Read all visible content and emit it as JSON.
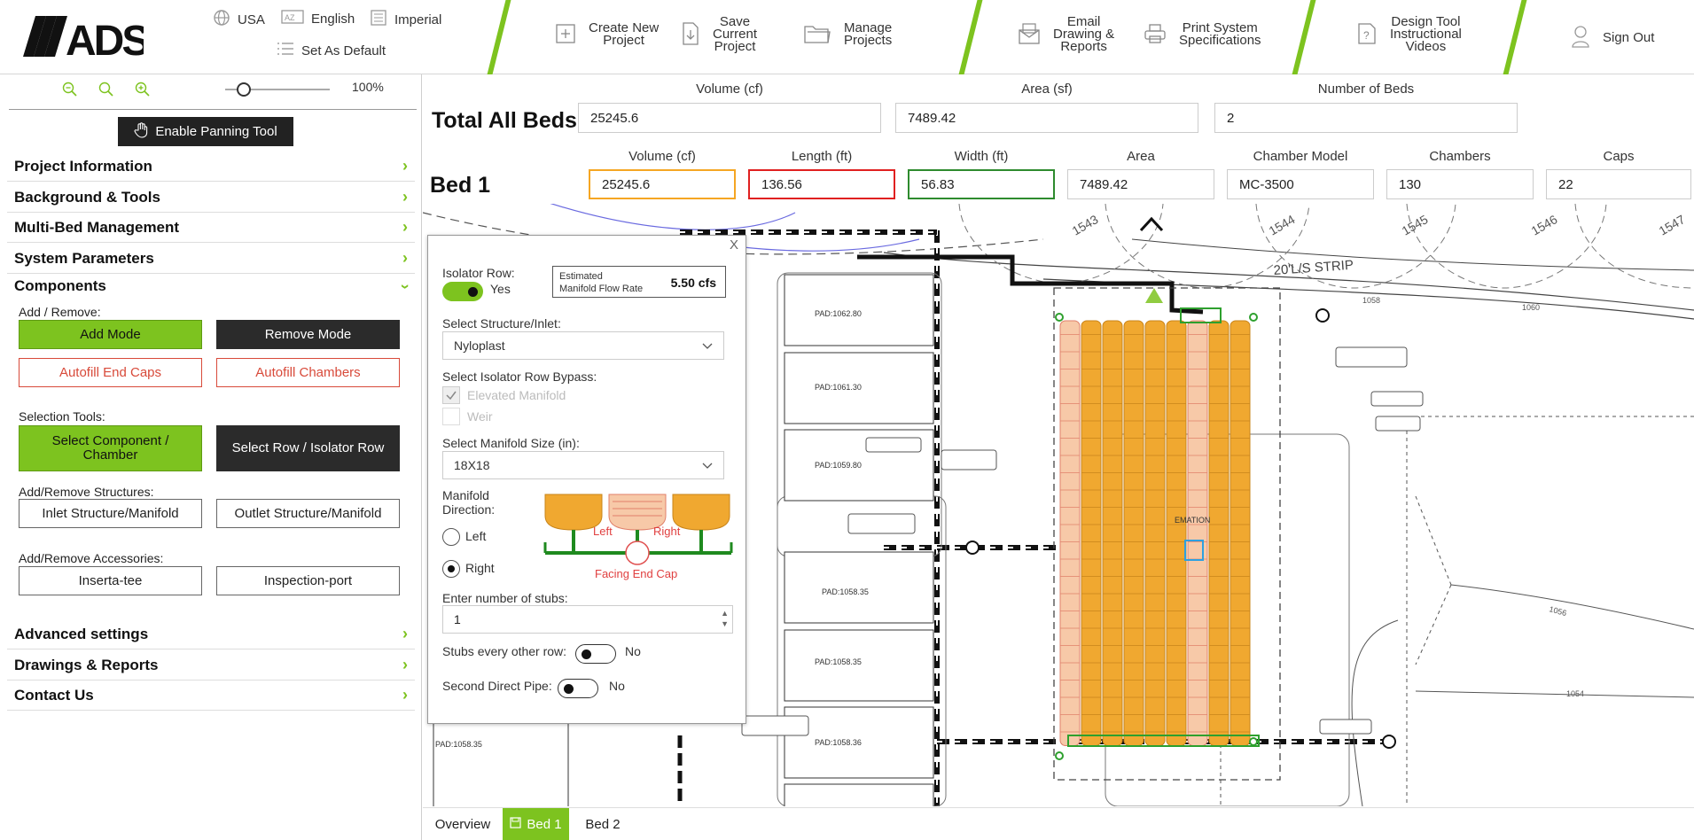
{
  "brand": {
    "logo_text": "ADS"
  },
  "top": {
    "country": "USA",
    "language": "English",
    "units": "Imperial",
    "set_default": "Set As Default",
    "create": "Create New\nProject",
    "save": "Save\nCurrent\nProject",
    "manage": "Manage\nProjects",
    "email": "Email\nDrawing &\nReports",
    "print": "Print System\nSpecifications",
    "tool": "Design Tool\nInstructional\nVideos",
    "signout": "Sign Out"
  },
  "sidebar": {
    "zoom_value": "100%",
    "zoom_slider_fraction": 0.18,
    "pan_button": "Enable Panning Tool",
    "sections": [
      "Project Information",
      "Background & Tools",
      "Multi-Bed Management",
      "System Parameters"
    ],
    "components": "Components",
    "add_remove_label": "Add / Remove:",
    "add_mode": "Add Mode",
    "remove_mode": "Remove Mode",
    "autofill_caps": "Autofill End Caps",
    "autofill_chambers": "Autofill Chambers",
    "selection_label": "Selection Tools:",
    "select_component": "Select Component /\nChamber",
    "select_row": "Select Row / Isolator Row",
    "structures_label": "Add/Remove Structures:",
    "inlet": "Inlet Structure/Manifold",
    "outlet": "Outlet Structure/Manifold",
    "accessories_label": "Add/Remove Accessories:",
    "inserta": "Inserta-tee",
    "inspection": "Inspection-port",
    "advanced": "Advanced settings",
    "drawings": "Drawings & Reports",
    "contact": "Contact Us"
  },
  "totals": {
    "title": "Total All Beds",
    "volume_label": "Volume (cf)",
    "volume": "25245.6",
    "area_label": "Area (sf)",
    "area": "7489.42",
    "beds_label": "Number of Beds",
    "beds": "2"
  },
  "bed": {
    "title": "Bed 1",
    "volume_label": "Volume (cf)",
    "volume": "25245.6",
    "length_label": "Length (ft)",
    "length": "136.56",
    "width_label": "Width (ft)",
    "width": "56.83",
    "area_label": "Area",
    "area": "7489.42",
    "model_label": "Chamber Model",
    "model": "MC-3500",
    "chambers_label": "Chambers",
    "chambers": "130",
    "caps_label": "Caps",
    "caps": "22"
  },
  "popup": {
    "close": "X",
    "isolator_label": "Isolator Row:",
    "isolator_value": "Yes",
    "flow_label": "Estimated\nManifold Flow Rate",
    "flow_value": "5.50 cfs",
    "structure_label": "Select Structure/Inlet:",
    "structure_value": "Nyloplast",
    "bypass_label": "Select Isolator Row Bypass:",
    "elevated": "Elevated Manifold",
    "weir": "Weir",
    "manifold_size_label": "Select Manifold Size (in):",
    "manifold_size_value": "18X18",
    "direction_label": "Manifold\nDirection:",
    "left": "Left",
    "right": "Right",
    "diagram_left": "Left",
    "diagram_right": "Right",
    "diagram_caption": "Facing End Cap",
    "stubs_label": "Enter number of stubs:",
    "stubs_value": "1",
    "every_other_label": "Stubs every other row:",
    "every_other_value": "No",
    "second_pipe_label": "Second Direct Pipe:",
    "second_pipe_value": "No"
  },
  "drawing": {
    "labels": [
      "1543",
      "1544",
      "1545",
      "1546",
      "1547",
      "20'L/S STRIP",
      "1058",
      "1060",
      "1056",
      "1054",
      "PAD:1062.80",
      "PAD:1061.30",
      "PAD:1059.80",
      "PAD:1058.35",
      "PAD:1058.35",
      "PAD:1058.36",
      "PAD:1058.35",
      "EMATION"
    ]
  },
  "tabs": {
    "overview": "Overview",
    "bed1": "Bed 1",
    "bed2": "Bed 2"
  },
  "colors": {
    "accent": "#7dc31f",
    "chamber": "#f0a830",
    "invalid": "#e02020",
    "warn": "#f5a623",
    "ok": "#2e8b2e"
  }
}
